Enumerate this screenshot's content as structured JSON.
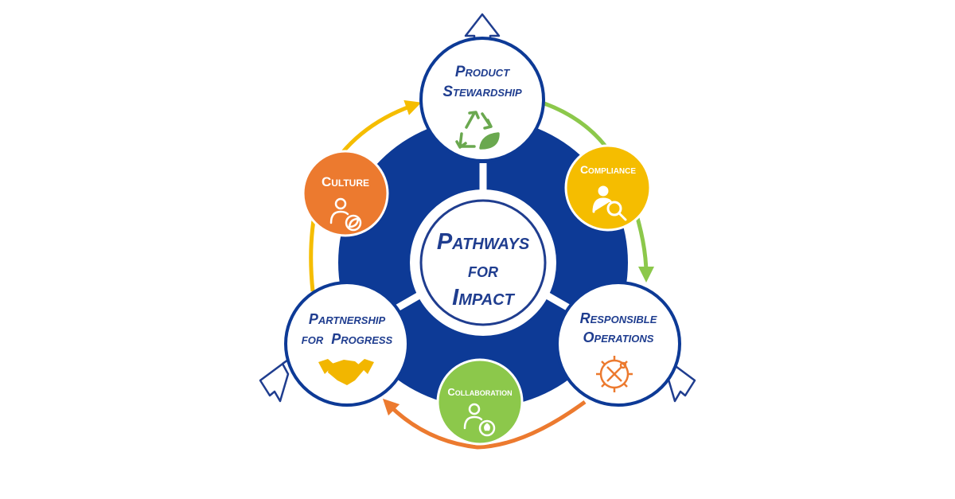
{
  "center": {
    "line1": "Pathways",
    "line2": "for",
    "line3": "Impact"
  },
  "pillars": {
    "product_stewardship": {
      "line1": "Product",
      "line2": "Stewardship",
      "icon": "recycle-leaf-icon"
    },
    "responsible_operations": {
      "line1": "Responsible",
      "line2": "Operations",
      "icon": "gear-tools-icon"
    },
    "partnership_for_progress": {
      "line1": "Partnership",
      "line2": "for  Progress",
      "icon": "handshake-icon"
    }
  },
  "enablers": {
    "compliance": {
      "label": "Compliance",
      "icon": "person-search-icon"
    },
    "collaboration": {
      "label": "Collaboration",
      "icon": "person-lightbulb-icon"
    },
    "culture": {
      "label": "Culture",
      "icon": "person-leaf-icon"
    }
  },
  "colors": {
    "navy": "#0d3a96",
    "label_blue": "#1f3d8f",
    "green": "#8cc84b",
    "icon_green": "#6aa84f",
    "yellow": "#f5bd00",
    "orange": "#ec7a2f",
    "handshake": "#f2b600"
  }
}
